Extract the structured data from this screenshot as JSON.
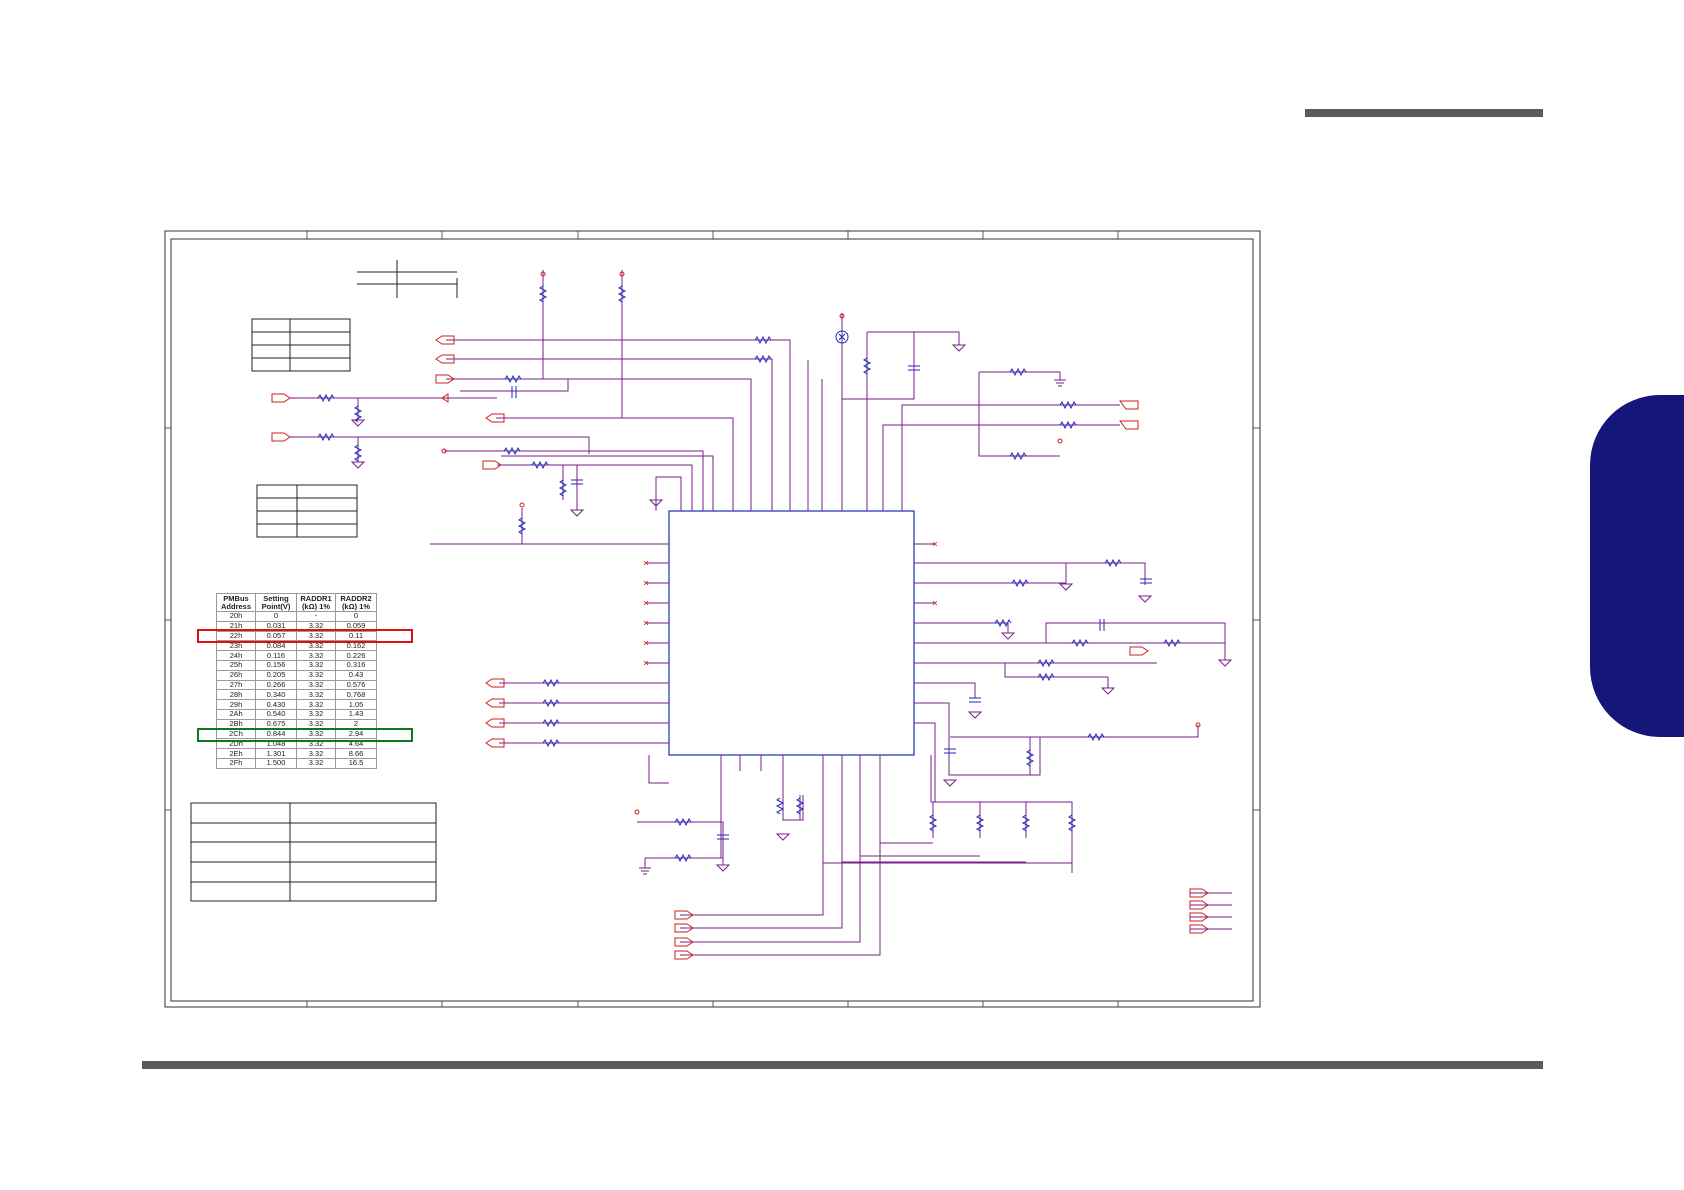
{
  "colors": {
    "wire": "#7a1f8a",
    "component": "#1d2ab8",
    "port": "#cc1f1f",
    "frame": "#333333",
    "side_tab": "#14167a",
    "highlight_red": "#dd1111",
    "highlight_green": "#0a7a1a"
  },
  "pmbus_table": {
    "headers": [
      [
        "PMBus",
        "Address"
      ],
      [
        "Setting",
        "Point(V)"
      ],
      [
        "RADDR1",
        "(kΩ) 1%"
      ],
      [
        "RADDR2",
        "(kΩ) 1%"
      ]
    ],
    "rows": [
      [
        "20h",
        "0",
        "-",
        "0"
      ],
      [
        "21h",
        "0.031",
        "3.32",
        "0.059"
      ],
      [
        "22h",
        "0.057",
        "3.32",
        "0.11"
      ],
      [
        "23h",
        "0.084",
        "3.32",
        "0.162"
      ],
      [
        "24h",
        "0.116",
        "3.32",
        "0.226"
      ],
      [
        "25h",
        "0.156",
        "3.32",
        "0.316"
      ],
      [
        "26h",
        "0.205",
        "3.32",
        "0.43"
      ],
      [
        "27h",
        "0.266",
        "3.32",
        "0.576"
      ],
      [
        "28h",
        "0.340",
        "3.32",
        "0.768"
      ],
      [
        "29h",
        "0.430",
        "3.32",
        "1.05"
      ],
      [
        "2Ah",
        "0.540",
        "3.32",
        "1.43"
      ],
      [
        "2Bh",
        "0.675",
        "3.32",
        "2"
      ],
      [
        "2Ch",
        "0.844",
        "3.32",
        "2.94"
      ],
      [
        "2Dh",
        "1.048",
        "3.32",
        "4.64"
      ],
      [
        "2Eh",
        "1.301",
        "3.32",
        "8.66"
      ],
      [
        "2Fh",
        "1.500",
        "3.32",
        "16.5"
      ]
    ],
    "highlighted_red_row": "22h",
    "highlighted_green_row": "2Ch"
  }
}
